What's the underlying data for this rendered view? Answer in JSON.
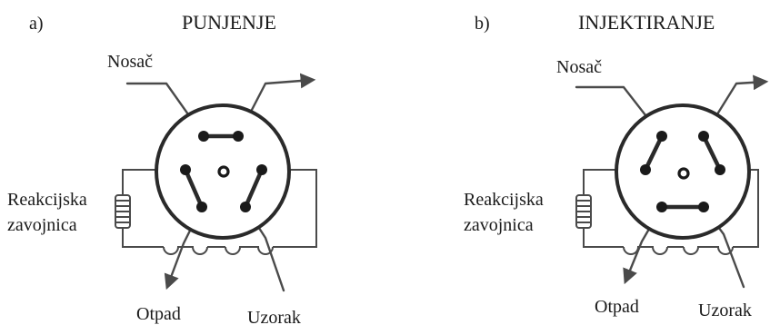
{
  "panels": [
    {
      "letter": "a)",
      "title": "PUNJENJE",
      "labels": {
        "carrier": "Nosač",
        "coil_line1": "Reakcijska",
        "coil_line2": "zavojnica",
        "waste": "Otpad",
        "sample": "Uzorak"
      }
    },
    {
      "letter": "b)",
      "title": "INJEKTIRANJE",
      "labels": {
        "carrier": "Nosač",
        "coil_line1": "Reakcijska",
        "coil_line2": "zavojnica",
        "waste": "Otpad",
        "sample": "Uzorak"
      }
    }
  ],
  "colors": {
    "line": "#4a4a4a",
    "ink": "#1a1a1a"
  }
}
